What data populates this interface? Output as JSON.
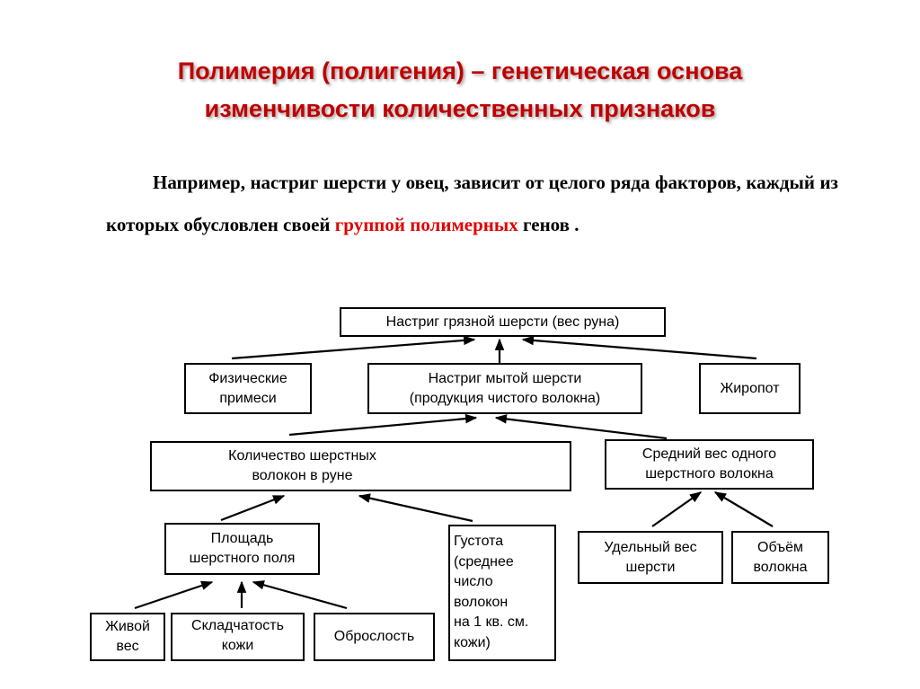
{
  "title": {
    "line1": "Полимерия (полигения) – генетическая основа",
    "line2": "изменчивости количественных признаков"
  },
  "paragraph": {
    "part1": "Например, настриг шерсти у овец, зависит от целого ряда факторов, каждый из которых обусловлен своей ",
    "highlight": "группой полимерных",
    "part2": " генов ."
  },
  "accent_color": "#c00000",
  "diagram": {
    "nodes": {
      "dirty_wool": "Настриг грязной шерсти (вес руна)",
      "physical_impurities": "Физические\nпримеси",
      "washed_wool": "Настриг мытой шерсти\n(продукция чистого волокна)",
      "suint": "Жиропот",
      "fiber_count": "Количество шерстных\nволокон в руне",
      "avg_fiber_weight": "Средний вес одного\nшерстного волокна",
      "wool_area": "Площадь\nшерстного поля",
      "density": "Густота\n(среднее\nчисло\nволокон\nна 1 кв. см.\nкожи)",
      "specific_weight": "Удельный вес\nшерсти",
      "fiber_volume": "Объём\nволокна",
      "live_weight": "Живой\nвес",
      "skin_folding": "Складчатость\nкожи",
      "overgrowth": "Оброслость"
    },
    "edges": [
      {
        "from": "physical_impurities",
        "to": "dirty_wool"
      },
      {
        "from": "washed_wool",
        "to": "dirty_wool"
      },
      {
        "from": "suint",
        "to": "dirty_wool"
      },
      {
        "from": "fiber_count",
        "to": "washed_wool"
      },
      {
        "from": "avg_fiber_weight",
        "to": "washed_wool"
      },
      {
        "from": "wool_area",
        "to": "fiber_count"
      },
      {
        "from": "density",
        "to": "fiber_count"
      },
      {
        "from": "specific_weight",
        "to": "avg_fiber_weight"
      },
      {
        "from": "fiber_volume",
        "to": "avg_fiber_weight"
      },
      {
        "from": "live_weight",
        "to": "wool_area"
      },
      {
        "from": "skin_folding",
        "to": "wool_area"
      },
      {
        "from": "overgrowth",
        "to": "wool_area"
      }
    ]
  }
}
